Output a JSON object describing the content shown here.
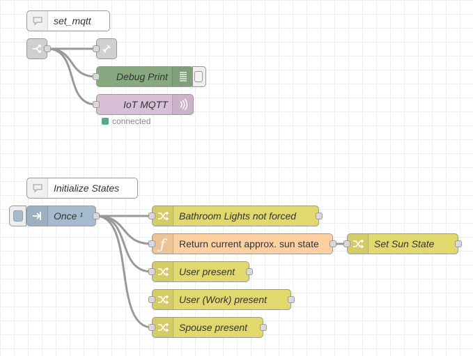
{
  "flow1": {
    "comment_label": "set_mqtt",
    "debug_label": "Debug Print",
    "mqtt_label": "IoT MQTT",
    "mqtt_status": "connected"
  },
  "flow2": {
    "comment_label": "Initialize States",
    "inject_label": "Once ¹",
    "change_bathroom_label": "Bathroom Lights not forced",
    "function_sun_label": "Return current approx. sun state",
    "change_sun_label": "Set Sun State",
    "change_user_label": "User present",
    "change_user_work_label": "User (Work) present",
    "change_spouse_label": "Spouse present"
  },
  "colors": {
    "inject": "#a6bbcf",
    "debug": "#87a980",
    "mqtt": "#d8bfd8",
    "change": "#e2d96e",
    "function": "#fdd0a2",
    "comment": "#ffffff",
    "status_connected": "#5a8"
  },
  "icons": {
    "comment": "speech-bubble-icon",
    "switch": "switch-icon",
    "link": "link-icon",
    "debug": "list-icon",
    "mqtt": "wireless-icon",
    "inject": "arrow-in-icon",
    "change": "shuffle-icon",
    "function": "function-icon"
  }
}
